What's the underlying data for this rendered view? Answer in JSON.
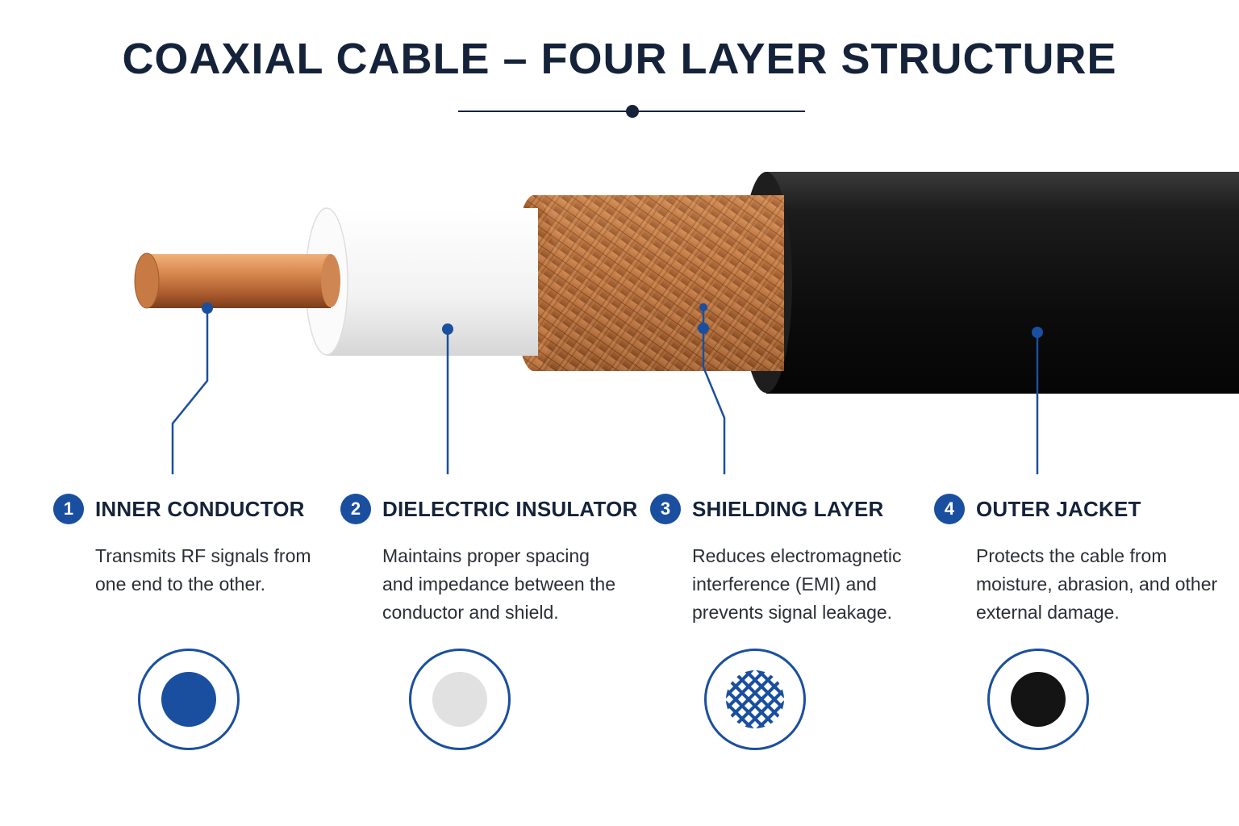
{
  "title": "COAXIAL CABLE – FOUR LAYER STRUCTURE",
  "colors": {
    "accent": "#1a4fa0",
    "title": "#15233a",
    "copper": "#c47a45",
    "dielectric": "#f3f3f3",
    "jacket": "#141414"
  },
  "layers": [
    {
      "number": "1",
      "name": "INNER CONDUCTOR",
      "description": "Transmits RF signals from one end to the other.",
      "icon": "solid-blue-core-icon"
    },
    {
      "number": "2",
      "name": "DIELECTRIC INSULATOR",
      "description": "Maintains proper spacing and impedance between the conductor and shield.",
      "icon": "solid-light-gray-core-icon"
    },
    {
      "number": "3",
      "name": "SHIELDING LAYER",
      "description": "Reduces electromagnetic interference (EMI) and prevents signal leakage.",
      "icon": "crosshatch-mesh-icon"
    },
    {
      "number": "4",
      "name": "OUTER JACKET",
      "description": "Protects the cable from moisture, abrasion, and other external damage.",
      "icon": "solid-black-core-icon"
    }
  ]
}
